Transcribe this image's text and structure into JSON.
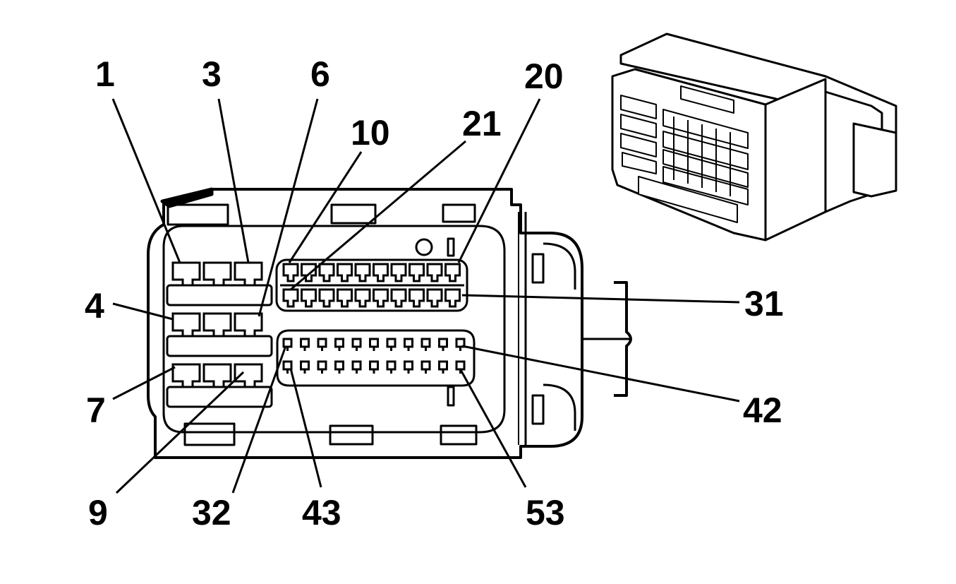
{
  "diagram": {
    "type": "connector-pinout-face-view",
    "line_color": "#000000",
    "background_color": "#ffffff",
    "pin_callouts": [
      {
        "id": "p1",
        "label": "1"
      },
      {
        "id": "p3",
        "label": "3"
      },
      {
        "id": "p6",
        "label": "6"
      },
      {
        "id": "p10",
        "label": "10"
      },
      {
        "id": "p21",
        "label": "21"
      },
      {
        "id": "p20",
        "label": "20"
      },
      {
        "id": "p4",
        "label": "4"
      },
      {
        "id": "p31",
        "label": "31"
      },
      {
        "id": "p7",
        "label": "7"
      },
      {
        "id": "p42",
        "label": "42"
      },
      {
        "id": "p9",
        "label": "9"
      },
      {
        "id": "p32",
        "label": "32"
      },
      {
        "id": "p43",
        "label": "43"
      },
      {
        "id": "p53",
        "label": "53"
      }
    ],
    "sections": {
      "large_terminal_rows": 3,
      "large_terminals_per_row": 3,
      "upper_small_terminal_rows": 2,
      "upper_small_terminals_per_row": 10,
      "lower_small_terminal_rows": 2,
      "lower_small_terminals_per_row": 11
    }
  }
}
